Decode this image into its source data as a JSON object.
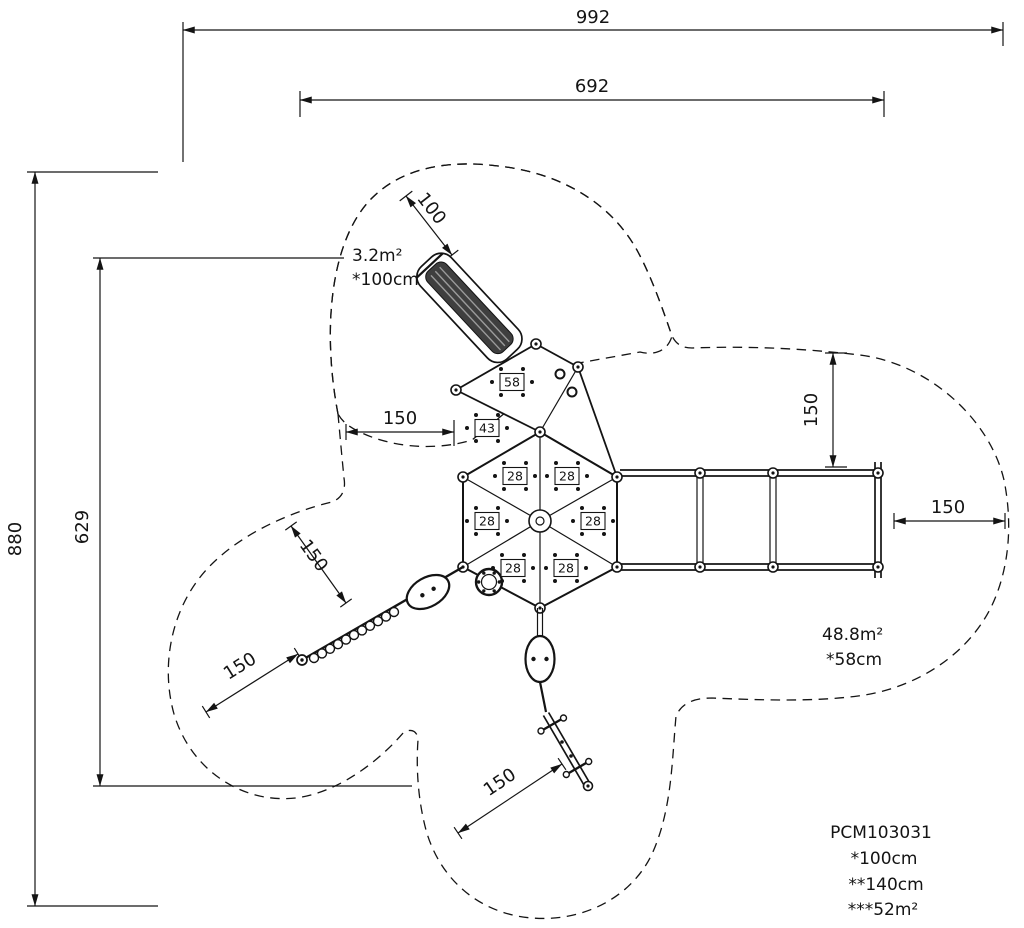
{
  "drawing": {
    "dimensions": {
      "overall_width": "992",
      "inner_width": "692",
      "overall_height": "880",
      "inner_height": "629",
      "slide_clearance": "100",
      "clearance_left": "150",
      "clearance_right_vertical": "150",
      "clearance_right_horizontal": "150",
      "clearance_sw_inner": "150",
      "clearance_sw_outer": "150",
      "clearance_bottom": "150"
    },
    "safety_zones": {
      "slide_zone_area": "3.2m²",
      "slide_zone_height": "*100cm",
      "main_zone_area": "48.8m²",
      "main_zone_height": "*58cm"
    },
    "panels": {
      "p58": "58",
      "p43": "43",
      "p28_nw": "28",
      "p28_ne": "28",
      "p28_w": "28",
      "p28_e": "28",
      "p28_sw": "28",
      "p28_se": "28"
    },
    "title_block": {
      "model": "PCM103031",
      "note_1": "*100cm",
      "note_2": "**140cm",
      "note_3": "***52m²"
    }
  }
}
